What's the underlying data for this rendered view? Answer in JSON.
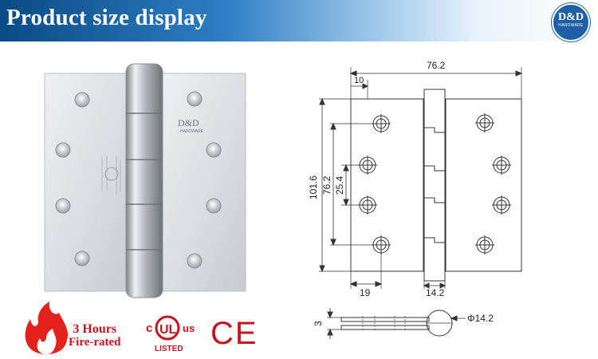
{
  "header": {
    "title": "Product size display",
    "logo_main": "D&D",
    "logo_sub": "HARDWARE"
  },
  "hinge_photo": {
    "brand_stamp": "D&D",
    "brand_stamp_sub": "HARDWARE"
  },
  "drawing": {
    "width_overall": "76.2",
    "edge_offset": "10",
    "height_overall": "101.6",
    "hole_span": "76.2",
    "hole_pitch": "25.4",
    "hole_inset": "19",
    "knuckle_width": "14.2",
    "leaf_thickness": "3",
    "knuckle_diameter": "Φ14.2"
  },
  "certifications": {
    "fire_line1": "3 Hours",
    "fire_line2": "Fire-rated",
    "ul_c": "c",
    "ul_us": "us",
    "ul_listed": "LISTED",
    "ce": "CE"
  },
  "colors": {
    "header_blue": "#0a4a86",
    "logo_blue": "#1f5fa8",
    "fire_red": "#e3231b",
    "text_red": "#c8141e"
  }
}
